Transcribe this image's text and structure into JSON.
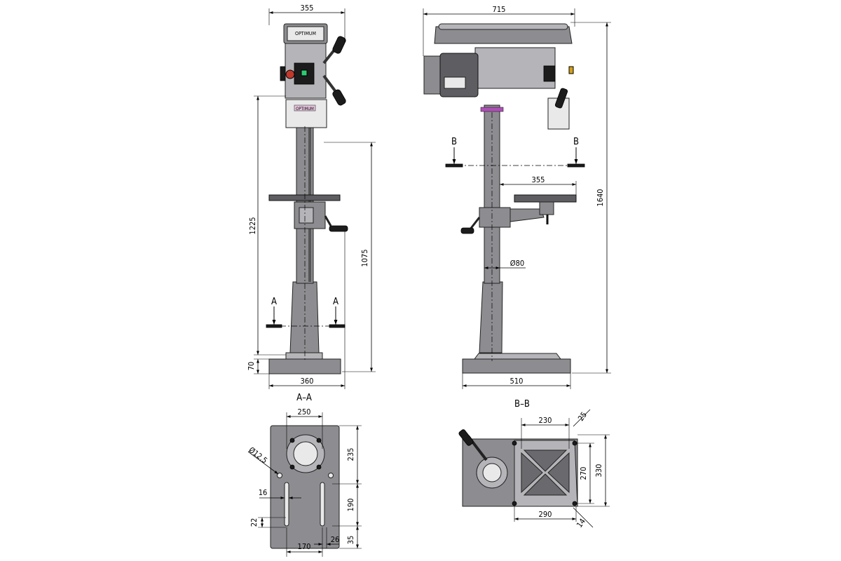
{
  "brand": "OPTIMUM",
  "sections": {
    "aa": {
      "title": "A–A",
      "marker": "A"
    },
    "bb": {
      "title": "B–B",
      "marker": "B"
    }
  },
  "dimensions": {
    "front_top_width": "355",
    "front_height_spindle": "1225",
    "front_table_height": "1075",
    "front_base_height": "70",
    "front_base_width": "360",
    "side_top_width": "715",
    "side_total_height": "1640",
    "side_table_reach": "355",
    "side_column_dia": "Ø80",
    "side_base_width": "510",
    "aa_top_width": "250",
    "aa_hole_dia": "Ø12,5",
    "aa_235": "235",
    "aa_16": "16",
    "aa_190": "190",
    "aa_22": "22",
    "aa_35": "35",
    "aa_170": "170",
    "aa_26": "26",
    "bb_230": "230",
    "bb_25": "25",
    "bb_270": "270",
    "bb_330": "330",
    "bb_290": "290",
    "bb_14": "14"
  }
}
